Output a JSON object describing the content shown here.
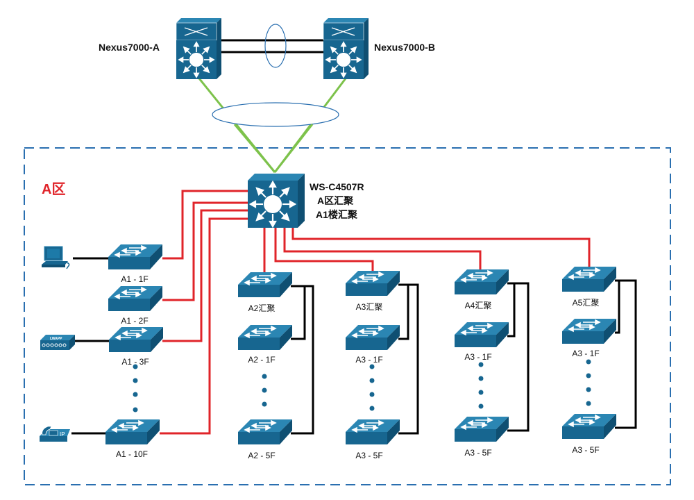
{
  "colors": {
    "device_fill": "#176690",
    "device_top": "#2b86b3",
    "device_side": "#0f4f72",
    "link_core": "#000000",
    "link_uplink": "#7dc24b",
    "link_access": "#e0242a",
    "link_stack": "#000000",
    "zone_border": "#2a6fb0",
    "zone_title": "#e0242a",
    "bundle_ellipse": "#2a6fb0"
  },
  "core": {
    "left": {
      "name": "Nexus7000-A",
      "type": "l3-switch-chassis"
    },
    "right": {
      "name": "Nexus7000-B",
      "type": "l3-switch-chassis"
    },
    "peer_link_count": 2
  },
  "zone": {
    "title": "A区",
    "aggregation": {
      "model": "WS-C4507R",
      "role_lines": [
        "A区汇聚",
        "A1楼汇聚"
      ]
    },
    "a1_access": [
      {
        "label": "A1 - 1F",
        "endpoint": "pc"
      },
      {
        "label": "A1 - 2F",
        "endpoint": null
      },
      {
        "label": "A1 - 3F",
        "endpoint": "lwapp-ap"
      },
      {
        "label": "A1 - 10F",
        "endpoint": "ip-phone"
      }
    ],
    "building_groups": [
      {
        "agg_label": "A2汇聚",
        "first_label": "A2 - 1F",
        "last_label": "A2 - 5F"
      },
      {
        "agg_label": "A3汇聚",
        "first_label": "A3 - 1F",
        "last_label": "A3 - 5F"
      },
      {
        "agg_label": "A4汇聚",
        "first_label": "A3 - 1F",
        "last_label": "A3 - 5F"
      },
      {
        "agg_label": "A5汇聚",
        "first_label": "A3 - 1F",
        "last_label": "A3 - 5F"
      }
    ]
  },
  "icons": {
    "pc": "computer-icon",
    "lwapp-ap": "wireless-ap-icon",
    "ip-phone": "ip-phone-icon",
    "switch": "workgroup-switch-icon",
    "l3": "layer3-switch-icon"
  },
  "ap_badge": "LWAPP",
  "phone_badge": "IP"
}
